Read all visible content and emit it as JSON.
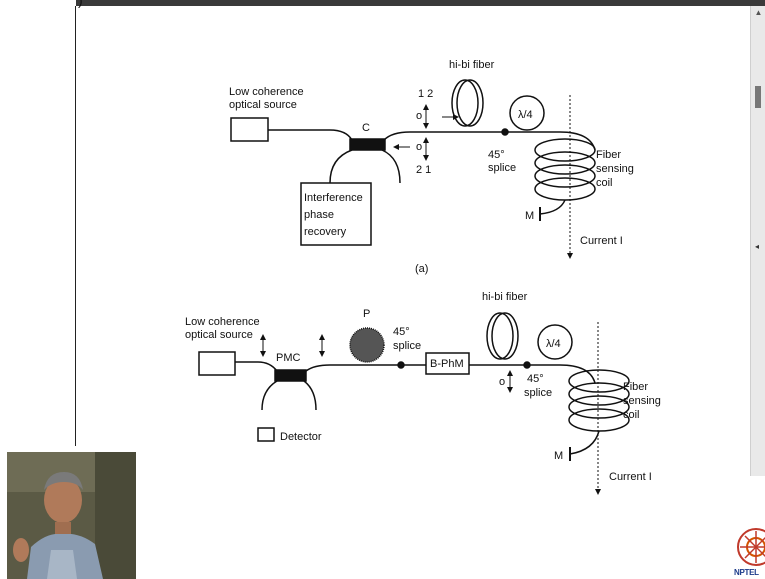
{
  "top_a": {
    "source_label": [
      "Low coherence",
      "optical source"
    ],
    "coupler_label": "C",
    "fiber_label": "hi-bi fiber",
    "waveplate_label": "λ/4",
    "splice_label": [
      "45°",
      "splice"
    ],
    "mode_top": "1 2",
    "mode_bottom": "2 1",
    "mode_o_top": "o",
    "mode_o_bottom": "o",
    "coil_label": [
      "Fiber",
      "sensing",
      "coil"
    ],
    "mirror_label": "M",
    "current_label": "Current I",
    "recovery_label": [
      "Interference",
      "phase",
      "recovery"
    ],
    "caption": "(a)"
  },
  "bottom_b": {
    "source_label": [
      "Low coherence",
      "optical source"
    ],
    "coupler_label": "PMC",
    "polarizer_label": "P",
    "splice1_label": [
      "45°",
      "splice"
    ],
    "modulator_label": "B-PhM",
    "fiber_label": "hi-bi fiber",
    "waveplate_label": "λ/4",
    "splice2_label": [
      "45°",
      "splice"
    ],
    "mode_o": "o",
    "detector_label": "Detector",
    "coil_label": [
      "Fiber",
      "sensing",
      "coil"
    ],
    "mirror_label": "M",
    "current_label": "Current I"
  },
  "logo": {
    "text": "NPTEL"
  },
  "corner_mark": ")"
}
